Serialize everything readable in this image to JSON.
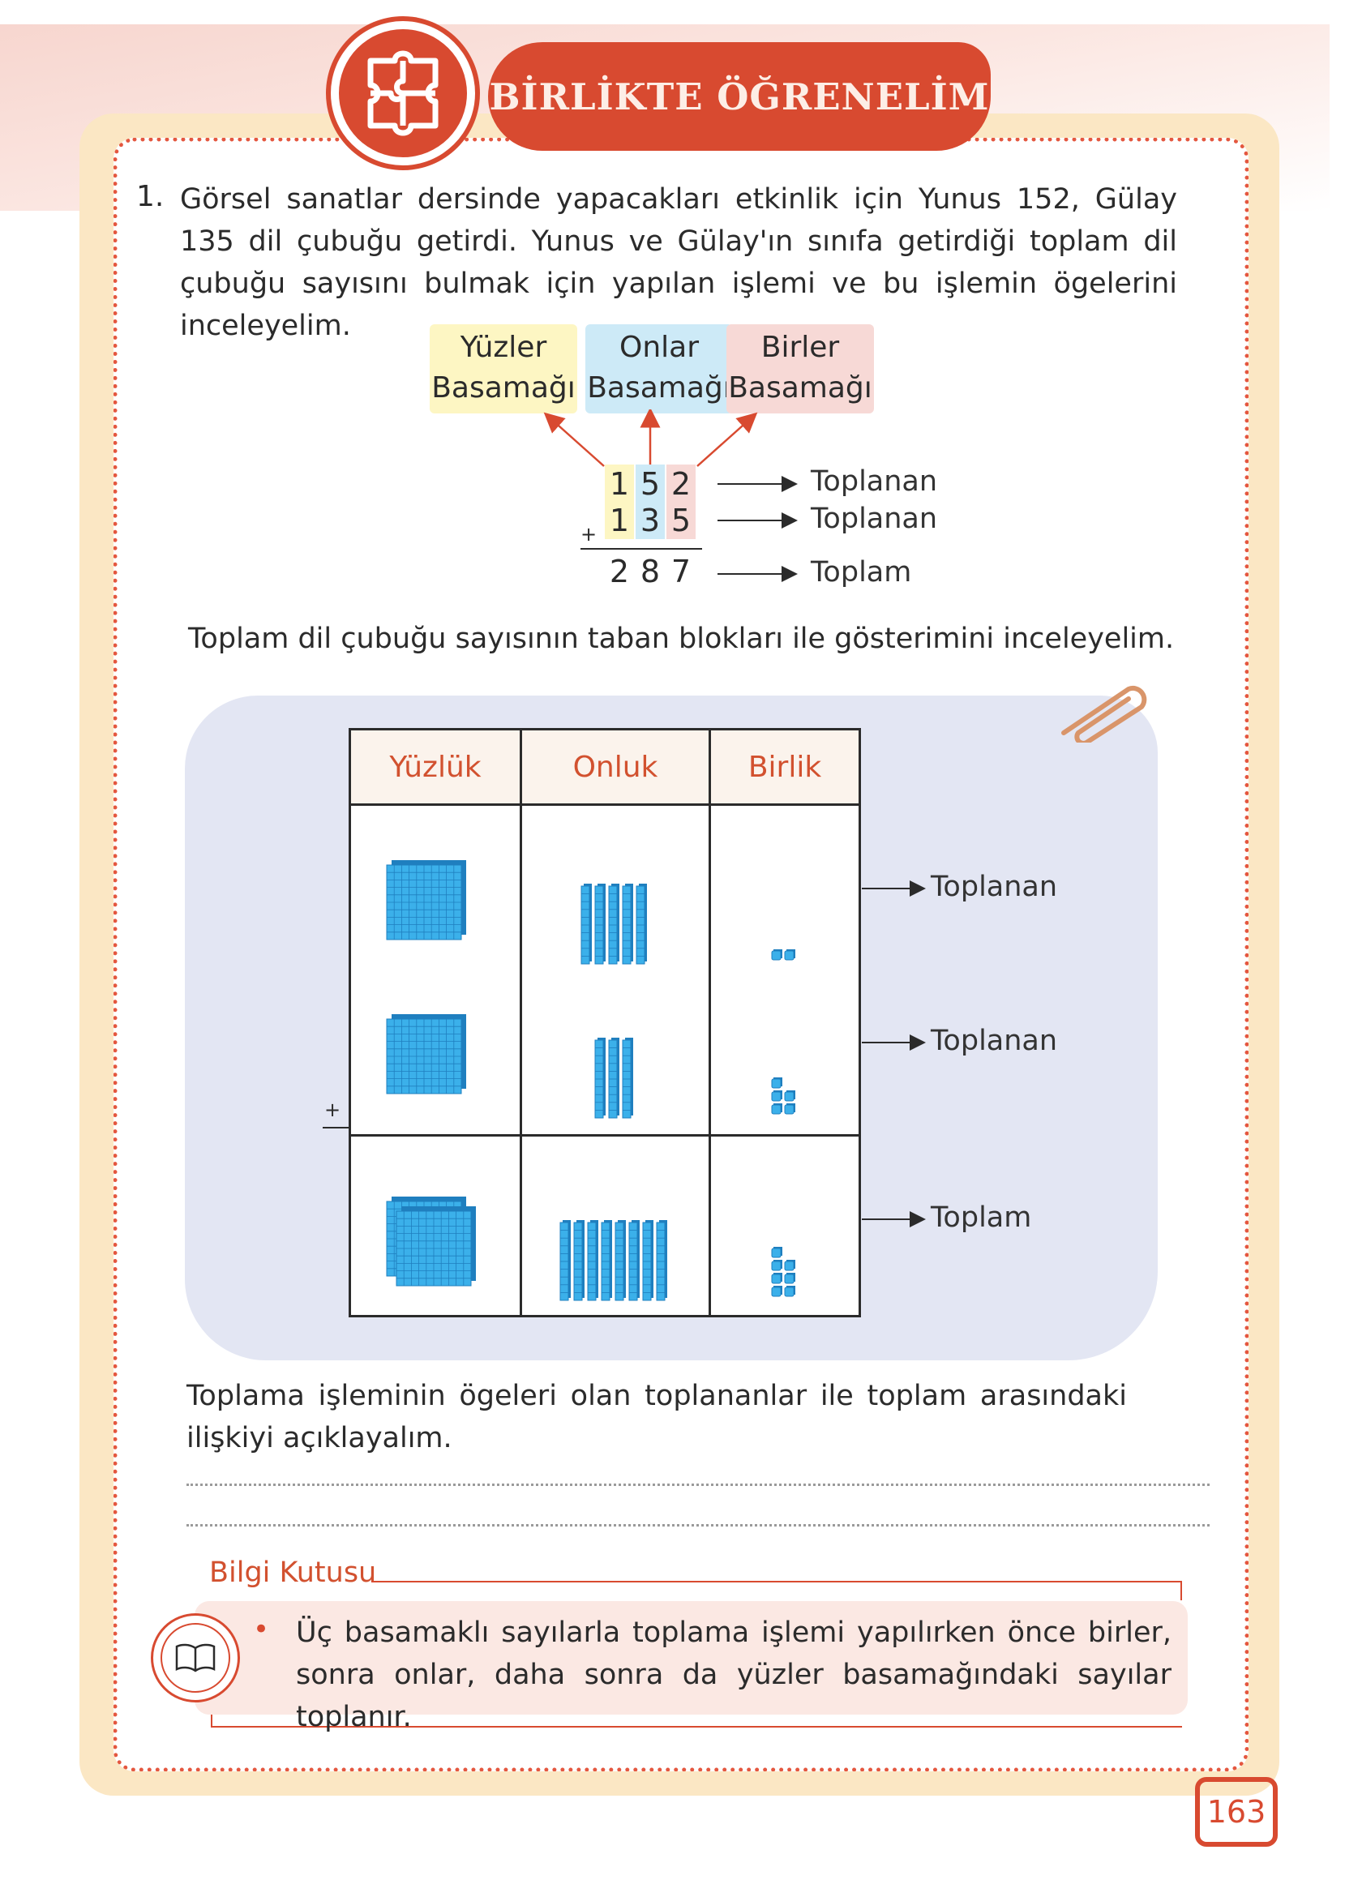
{
  "header": {
    "title": "BİRLİKTE ÖĞRENELİM"
  },
  "question": {
    "number": "1.",
    "text": "Görsel sanatlar dersinde yapacakları etkinlik için Yunus 152, Gülay 135 dil çubuğu getirdi. Yunus ve Gülay'ın sınıfa getirdiği toplam dil çubuğu sayısını bulmak için yapılan işlemi ve bu işlemin ögelerini inceleyelim."
  },
  "place_values": [
    {
      "line1": "Yüzler",
      "line2": "Basamağı",
      "color": "#fdf6c3"
    },
    {
      "line1": "Onlar",
      "line2": "Basamağı",
      "color": "#cdeaf7"
    },
    {
      "line1": "Birler",
      "line2": "Basamağı",
      "color": "#f7d9d6"
    }
  ],
  "addition": {
    "addend1": [
      "1",
      "5",
      "2"
    ],
    "addend2": [
      "1",
      "3",
      "5"
    ],
    "sum": [
      "2",
      "8",
      "7"
    ],
    "operator": "+",
    "labels": [
      "Toplanan",
      "Toplanan",
      "Toplam"
    ]
  },
  "blocks_intro": "Toplam dil çubuğu sayısının taban blokları ile gösterimini inceleyelim.",
  "blocks_table": {
    "headers": [
      "Yüzlük",
      "Onluk",
      "Birlik"
    ],
    "rows": [
      {
        "hundreds": 1,
        "tens": 5,
        "ones": 2,
        "label": "Toplanan"
      },
      {
        "hundreds": 1,
        "tens": 3,
        "ones": 5,
        "label": "Toplanan"
      },
      {
        "hundreds": 2,
        "tens": 8,
        "ones": 7,
        "label": "Toplam"
      }
    ],
    "operator": "+"
  },
  "relation_question": "Toplama işleminin ögeleri olan toplananlar ile toplam arasındaki ilişkiyi açıklayalım.",
  "info_box": {
    "title": "Bilgi Kutusu",
    "bullet": "•",
    "text": "Üç basamaklı sayılarla toplama işlemi yapılırken önce birler, sonra onlar, daha sonra da yüzler basamağındaki sayılar toplanır.",
    "icon": "book-icon"
  },
  "page_number": "163",
  "colors": {
    "accent": "#d84a30",
    "frame": "#fbe7c4",
    "cube": "#3bb0ea",
    "panel": "#e3e6f3"
  }
}
